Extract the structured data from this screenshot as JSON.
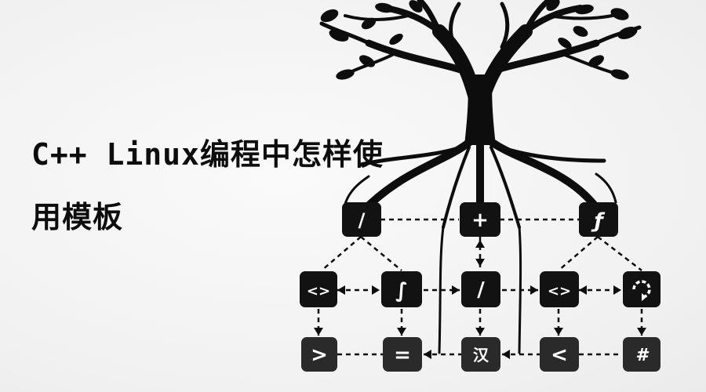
{
  "title": {
    "line1": "C++ Linux编程中怎样使",
    "line2": "用模板"
  },
  "nodes": {
    "top_left": "/",
    "top_mid": "+",
    "top_right": "ƒ",
    "mid_1": "<>",
    "mid_2": "∫",
    "mid_3": "/",
    "mid_4": "<>",
    "bot_1": ">",
    "bot_2": "=",
    "bot_3": "汉",
    "bot_4": "<",
    "bot_5": "#"
  },
  "colors": {
    "ink": "#0d0d0d",
    "node_fill": "#121212",
    "node_fill_light": "#2a2a2a",
    "background": "#f4f4f4"
  }
}
